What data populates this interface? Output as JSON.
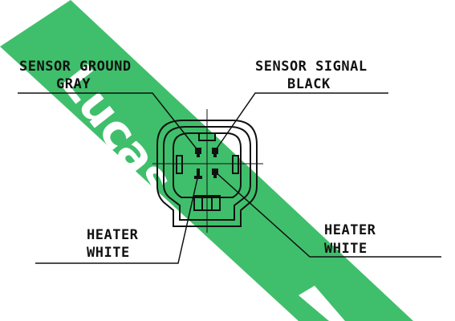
{
  "diagram": {
    "watermark": {
      "text": "Lucas",
      "color": "#3fbf6b"
    },
    "labels": {
      "sensor_ground": {
        "line1": "SENSOR GROUND",
        "line2": "GRAY"
      },
      "sensor_signal": {
        "line1": "SENSOR SIGNAL",
        "line2": "BLACK"
      },
      "heater_left": {
        "line1": "HEATER",
        "line2": "WHITE"
      },
      "heater_right": {
        "line1": "HEATER",
        "line2": "WHITE"
      }
    },
    "line_color": "#111111"
  }
}
